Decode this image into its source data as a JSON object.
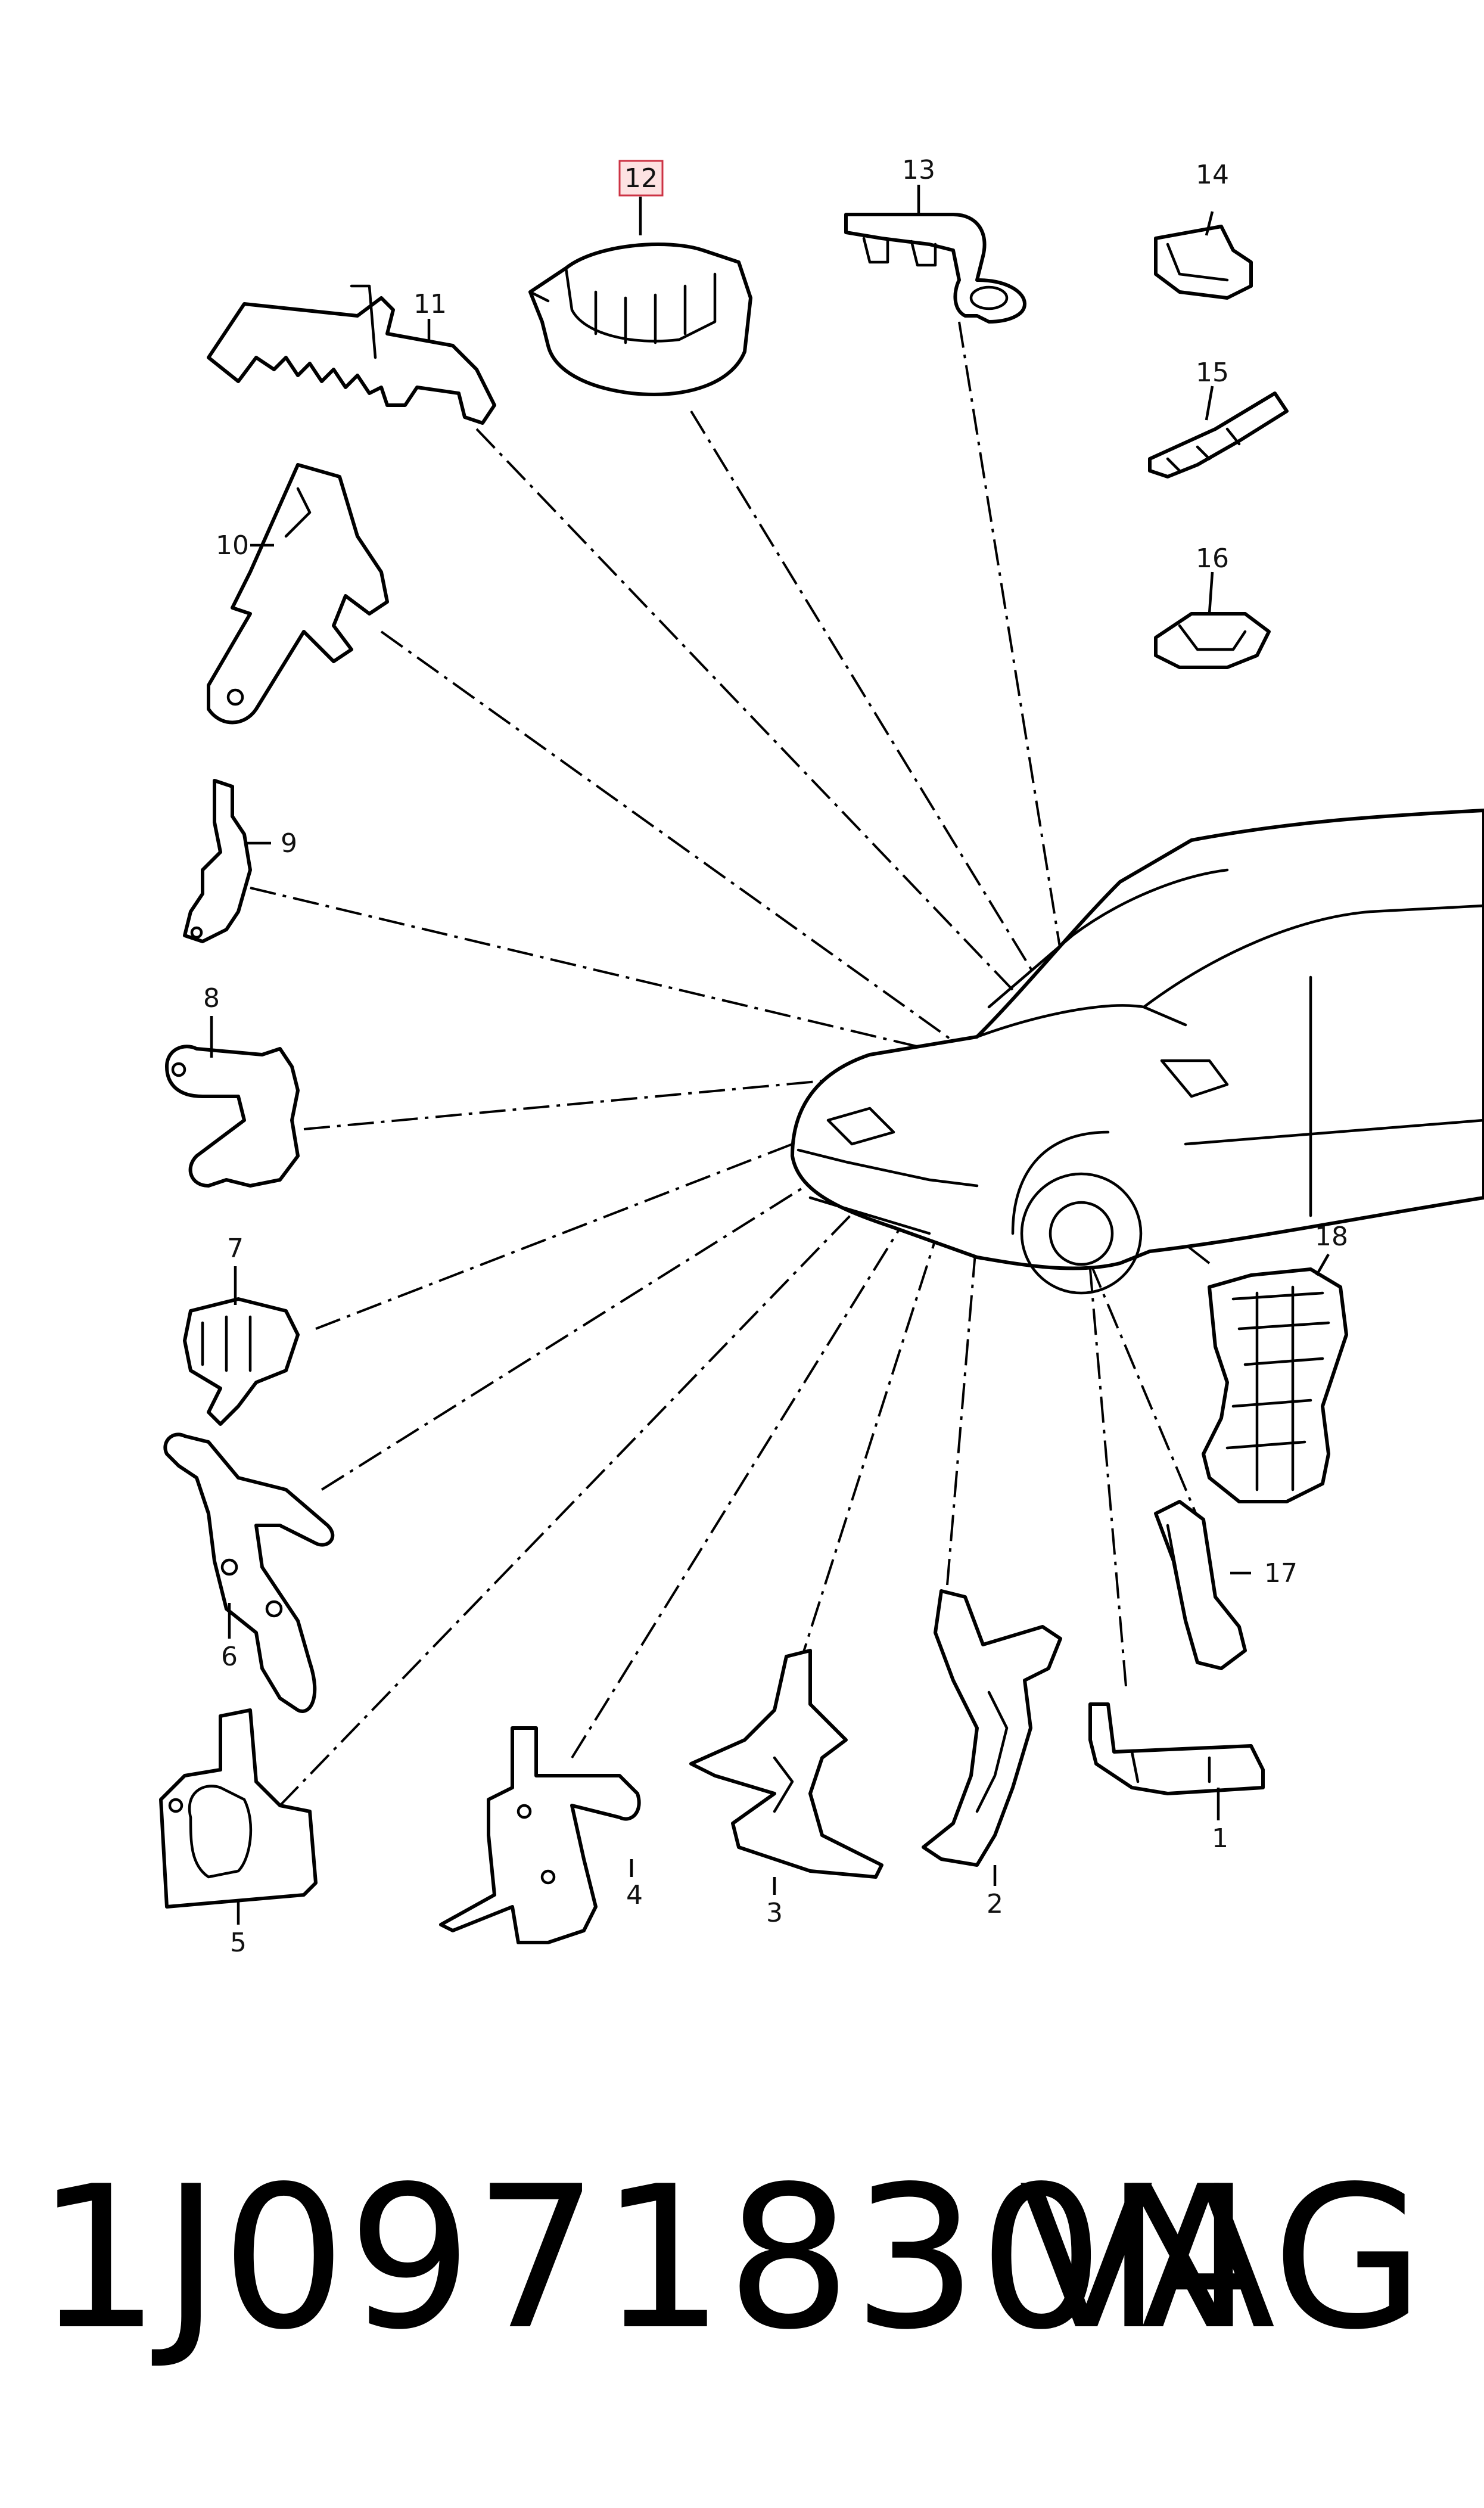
{
  "diagram": {
    "highlight_color": "#cc3344",
    "callouts": [
      {
        "id": "1",
        "label": "1",
        "highlighted": false
      },
      {
        "id": "2",
        "label": "2",
        "highlighted": false
      },
      {
        "id": "3",
        "label": "3",
        "highlighted": false
      },
      {
        "id": "4",
        "label": "4",
        "highlighted": false
      },
      {
        "id": "5",
        "label": "5",
        "highlighted": false
      },
      {
        "id": "6",
        "label": "6",
        "highlighted": false
      },
      {
        "id": "7",
        "label": "7",
        "highlighted": false
      },
      {
        "id": "8",
        "label": "8",
        "highlighted": false
      },
      {
        "id": "9",
        "label": "9",
        "highlighted": false
      },
      {
        "id": "10",
        "label": "10",
        "highlighted": false
      },
      {
        "id": "11",
        "label": "11",
        "highlighted": false
      },
      {
        "id": "12",
        "label": "12",
        "highlighted": true
      },
      {
        "id": "13",
        "label": "13",
        "highlighted": false
      },
      {
        "id": "14",
        "label": "14",
        "highlighted": false
      },
      {
        "id": "15",
        "label": "15",
        "highlighted": false
      },
      {
        "id": "16",
        "label": "16",
        "highlighted": false
      },
      {
        "id": "17",
        "label": "17",
        "highlighted": false
      },
      {
        "id": "18",
        "label": "18",
        "highlighted": false
      }
    ]
  },
  "footer": {
    "part_number": "1J0971830N",
    "brand": "VAG"
  }
}
